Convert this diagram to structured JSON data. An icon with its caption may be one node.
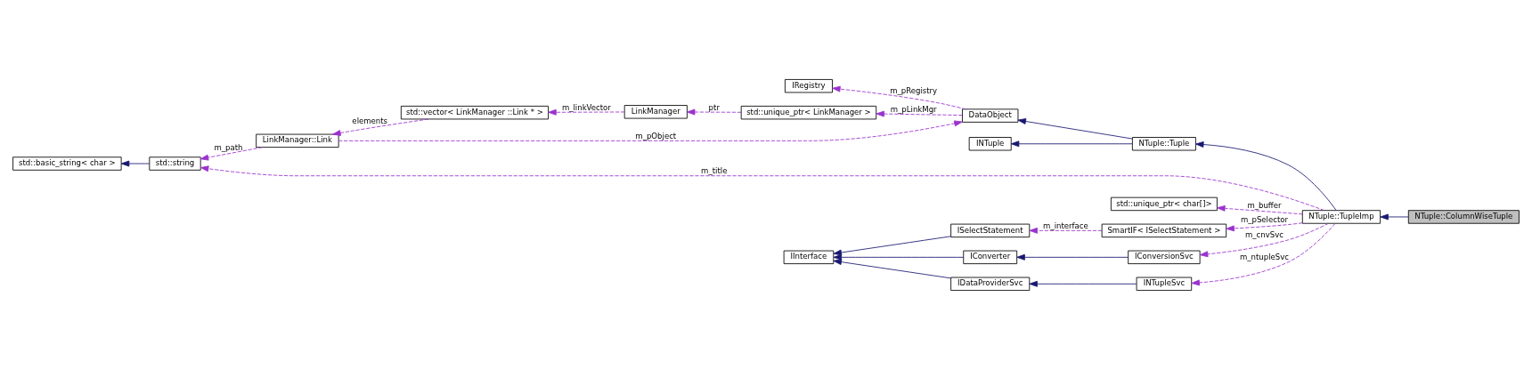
{
  "diagram": {
    "nodes": [
      {
        "text": [
          "NTuple::ColumnWiseTuple"
        ]
      },
      {
        "text": [
          "NTuple::TupleImp"
        ]
      },
      {
        "text": [
          "NTuple::Tuple"
        ]
      },
      {
        "text": [
          "DataObject"
        ]
      },
      {
        "text": [
          "IRegistry"
        ]
      },
      {
        "text": [
          "std::unique_ptr< LinkManager >"
        ]
      },
      {
        "text": [
          "LinkManager"
        ]
      },
      {
        "text": [
          "std::vector< LinkManager ::Link * >"
        ]
      },
      {
        "text": [
          "LinkManager::Link"
        ]
      },
      {
        "text": [
          "std::string"
        ]
      },
      {
        "text": [
          "std::basic_string< char >"
        ]
      },
      {
        "text": [
          "INTuple"
        ]
      },
      {
        "text": [
          "std::unique_ptr< char[]>"
        ]
      },
      {
        "text": [
          "SmartIF< ISelectStatement >"
        ]
      },
      {
        "text": [
          "ISelectStatement"
        ]
      },
      {
        "text": [
          "IInterface"
        ]
      },
      {
        "text": [
          "IConverter"
        ]
      },
      {
        "text": [
          "IConversionSvc"
        ]
      },
      {
        "text": [
          "IDataProviderSvc"
        ]
      },
      {
        "text": [
          "INTupleSvc"
        ]
      }
    ],
    "edges": [
      {
        "from": 0,
        "to": 1,
        "arrow": "to",
        "color": "#191970"
      },
      {
        "from": 1,
        "to": 2,
        "arrow": "to",
        "color": "#191970"
      },
      {
        "from": 2,
        "to": 3,
        "arrow": "to",
        "color": "#191970"
      },
      {
        "from": 2,
        "to": 11,
        "arrow": "to",
        "color": "#191970"
      },
      {
        "from": 3,
        "to": 4,
        "arrow": "to",
        "label": "m_pRegistry",
        "style": "dashed"
      },
      {
        "from": 3,
        "to": 5,
        "arrow": "to",
        "label": "m_pLinkMgr",
        "style": "dashed"
      },
      {
        "from": 5,
        "to": 6,
        "arrow": "to",
        "label": "ptr",
        "style": "dashed"
      },
      {
        "from": 6,
        "to": 7,
        "arrow": "to",
        "label": "m_linkVector",
        "style": "dashed"
      },
      {
        "from": 7,
        "to": 8,
        "arrow": "to",
        "label": "elements",
        "style": "dashed"
      },
      {
        "from": 8,
        "to": 3,
        "arrow": "to",
        "label": "m_pObject",
        "style": "dashed"
      },
      {
        "from": 8,
        "to": 9,
        "arrow": "to",
        "label": "m_path",
        "style": "dashed"
      },
      {
        "from": 9,
        "to": 10,
        "arrow": "to",
        "color": "#191970"
      },
      {
        "from": 1,
        "to": 12,
        "arrow": "to",
        "label": "m_buffer",
        "style": "dashed"
      },
      {
        "from": 1,
        "to": 9,
        "arrow": "to",
        "label": "m_title",
        "style": "dashed"
      },
      {
        "from": 1,
        "to": 13,
        "arrow": "to",
        "label": "m_pSelector",
        "style": "dashed"
      },
      {
        "from": 13,
        "to": 14,
        "arrow": "to",
        "label": "m_interface",
        "style": "dashed"
      },
      {
        "from": 14,
        "to": 15,
        "arrow": "to",
        "color": "#191970"
      },
      {
        "from": 1,
        "to": 17,
        "arrow": "to",
        "label": "m_cnvSvc",
        "style": "dashed"
      },
      {
        "from": 17,
        "to": 16,
        "arrow": "to",
        "color": "#191970"
      },
      {
        "from": 16,
        "to": 15,
        "arrow": "to",
        "color": "#191970"
      },
      {
        "from": 1,
        "to": 19,
        "arrow": "to",
        "label": "m_ntupleSvc",
        "style": "dashed"
      },
      {
        "from": 19,
        "to": 18,
        "arrow": "to",
        "color": "#191970"
      },
      {
        "from": 18,
        "to": 15,
        "arrow": "to",
        "color": "#191970"
      }
    ]
  }
}
